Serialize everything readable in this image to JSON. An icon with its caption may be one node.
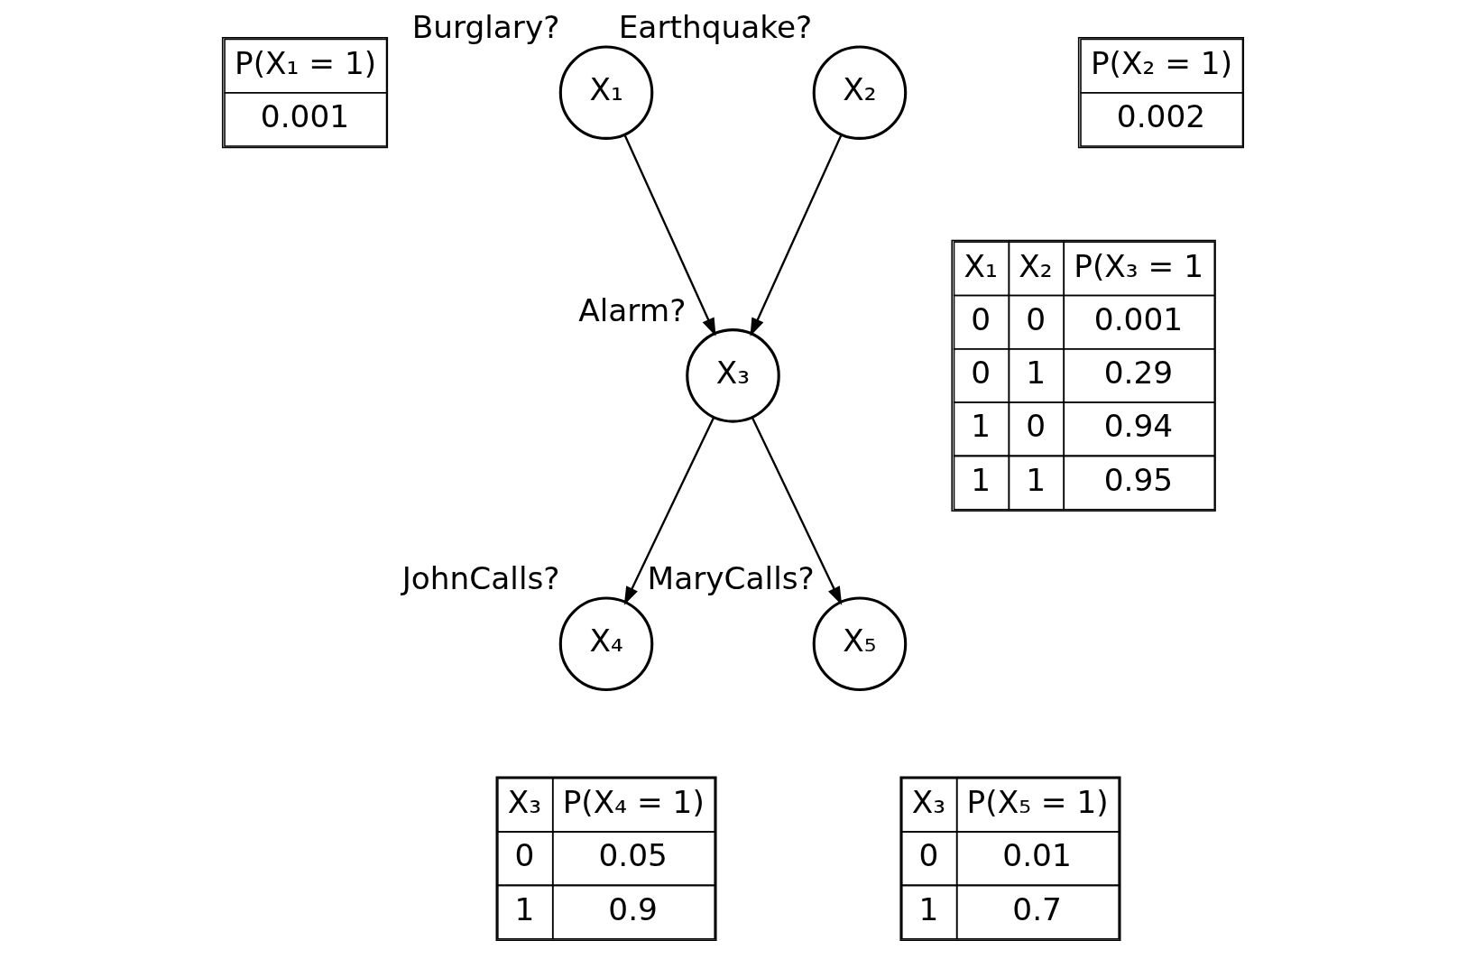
{
  "diagram": {
    "nodes": [
      {
        "text": [
          "P(X₁ = 1)",
          "0.001"
        ]
      },
      {
        "text": [
          "X₁"
        ],
        "beside": [
          "Burglary?"
        ]
      },
      {
        "text": [
          "X₂"
        ],
        "beside": [
          "Earthquake?"
        ]
      },
      {
        "text": [
          "P(X₂ = 1)",
          "0.002"
        ]
      },
      {
        "text": [
          "X₃"
        ],
        "beside": [
          "Alarm?"
        ]
      },
      {
        "text": [
          "X₁",
          "X₂",
          "P(X₃ = 1",
          "0",
          "0",
          "0.001",
          "0",
          "1",
          "0.29",
          "1",
          "0",
          "0.94",
          "1",
          "1",
          "0.95"
        ]
      },
      {
        "text": [
          "X₄"
        ],
        "beside": [
          "JohnCalls?"
        ]
      },
      {
        "text": [
          "X₅"
        ],
        "beside": [
          "MaryCalls?"
        ]
      },
      {
        "text": [
          "X₃",
          "P(X₄ = 1)",
          "0",
          "0.05",
          "1",
          "0.9"
        ]
      },
      {
        "text": [
          "X₃",
          "P(X₅ = 1)",
          "0",
          "0.01",
          "1",
          "0.7"
        ]
      }
    ],
    "edges": [
      {
        "from": 1,
        "to": 4,
        "arrow": "to"
      },
      {
        "from": 2,
        "to": 4,
        "arrow": "to"
      },
      {
        "from": 4,
        "to": 6,
        "arrow": "to"
      },
      {
        "from": 4,
        "to": 7,
        "arrow": "to"
      }
    ]
  }
}
